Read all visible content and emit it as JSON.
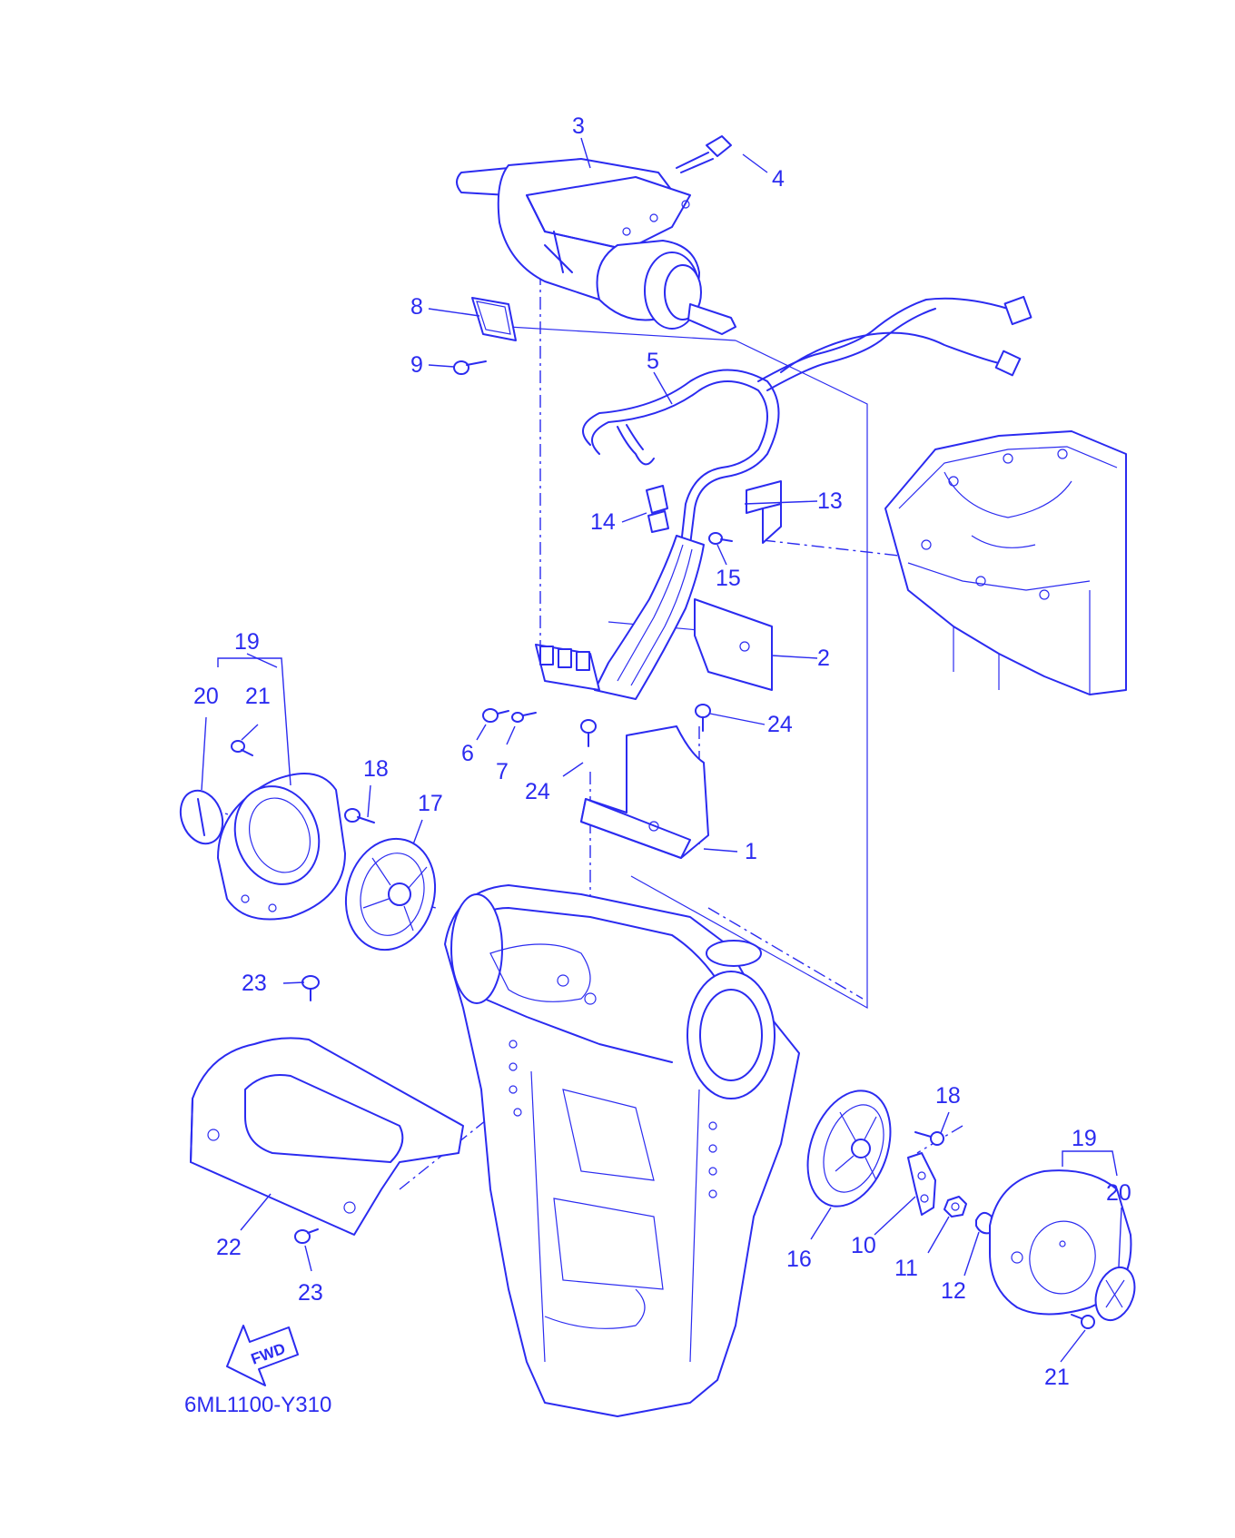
{
  "diagram": {
    "code": "6ML1100-Y310",
    "fwd_label": "FWD",
    "callouts": [
      "1",
      "2",
      "3",
      "4",
      "5",
      "6",
      "7",
      "8",
      "9",
      "10",
      "11",
      "12",
      "13",
      "14",
      "15",
      "16",
      "17",
      "18",
      "19",
      "20",
      "21",
      "22",
      "23",
      "24"
    ],
    "callouts_right": {
      "c18": "18",
      "c19": "19",
      "c20": "20",
      "c21": "21",
      "c23b": "23",
      "c24b": "24"
    }
  }
}
